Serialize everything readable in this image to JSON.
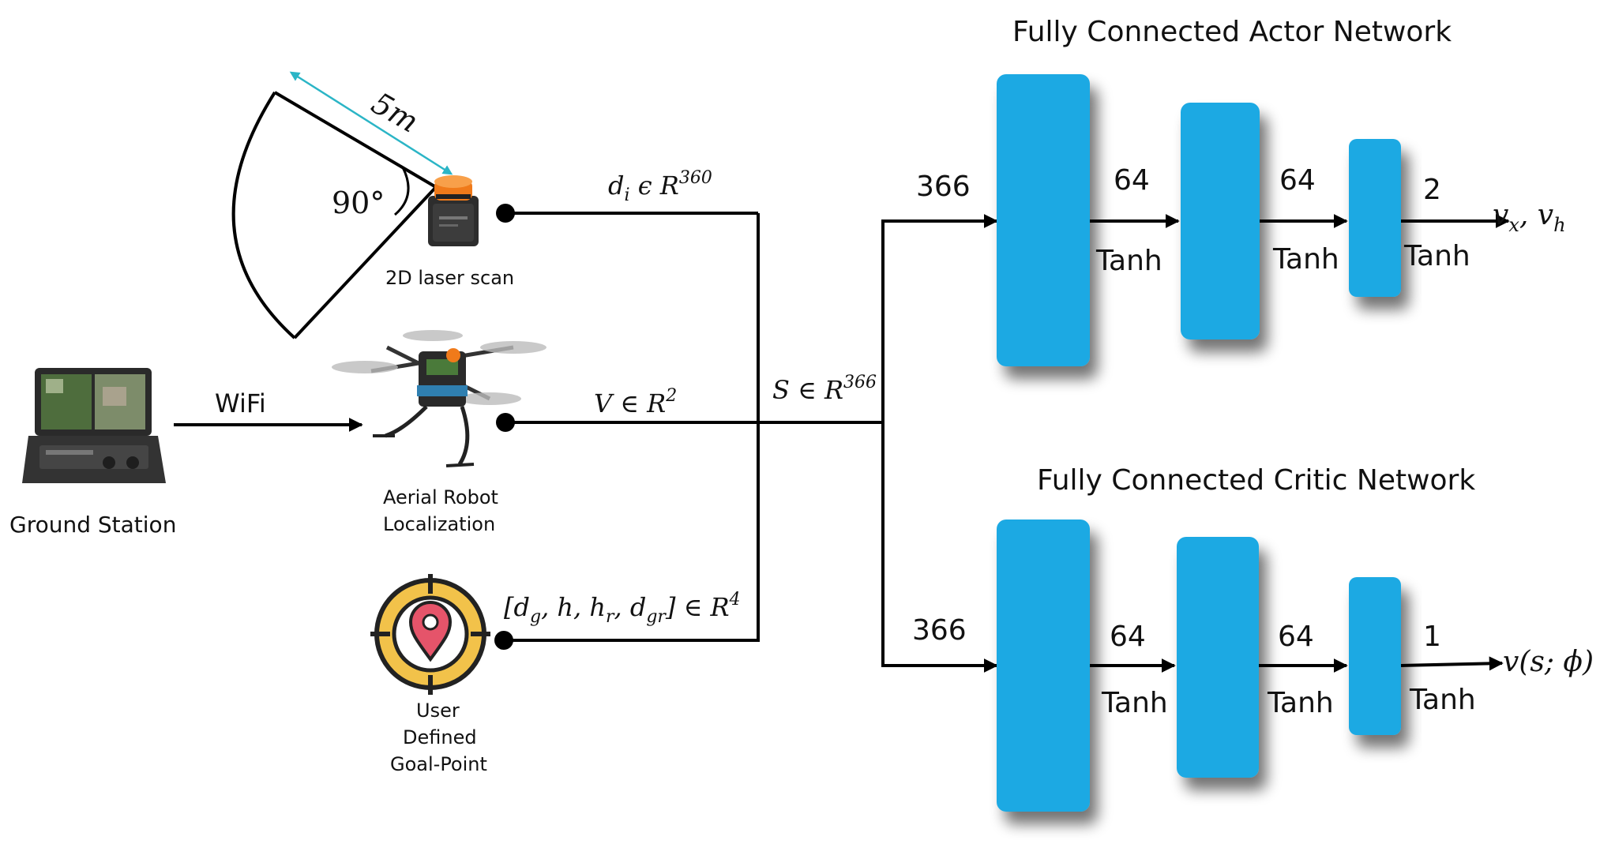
{
  "sensors": {
    "laser_label": "2D laser scan",
    "range_label": "5m",
    "angle_label": "90°",
    "drone_label_1": "Aerial Robot",
    "drone_label_2": "Localization",
    "goal_label_1": "User",
    "goal_label_2": "Defined",
    "goal_label_3": "Goal-Point",
    "ground_label": "Ground Station",
    "wifi_label": "WiFi"
  },
  "signals": {
    "laser_signal": "d",
    "laser_signal_sub": "i",
    "laser_signal_space": " ϵ R",
    "laser_signal_sup": "360",
    "velocity_signal": "V ∈ R",
    "velocity_signal_sup": "2",
    "goal_signal": {
      "open": "[d",
      "dg_sub": "g",
      "mid1": ", h, h",
      "hr_sub": "r",
      "mid2": ", d",
      "dgr_sub": "gr",
      "close": "] ∈ R",
      "sup": "4"
    },
    "state_signal": "S ∈ R",
    "state_signal_sup": "366"
  },
  "actor": {
    "title": "Fully Connected Actor Network",
    "input_dim": "366",
    "hidden1": "64",
    "hidden2": "64",
    "output_dim": "2",
    "act1": "Tanh",
    "act2": "Tanh",
    "act3": "Tanh",
    "output": {
      "v1": "v",
      "v1_sub": "x",
      "sep": ", v",
      "v2_sub": "h"
    }
  },
  "critic": {
    "title": "Fully Connected Critic Network",
    "input_dim": "366",
    "hidden1": "64",
    "hidden2": "64",
    "output_dim": "1",
    "act1": "Tanh",
    "act2": "Tanh",
    "act3": "Tanh",
    "output": "v(s; ϕ)"
  },
  "colors": {
    "layer": "#1BA9E3",
    "range_arrow": "#2BB5C6",
    "lidar_orange": "#F07A1A",
    "target_yellow": "#F2C24A",
    "pin_red": "#E5546A"
  }
}
